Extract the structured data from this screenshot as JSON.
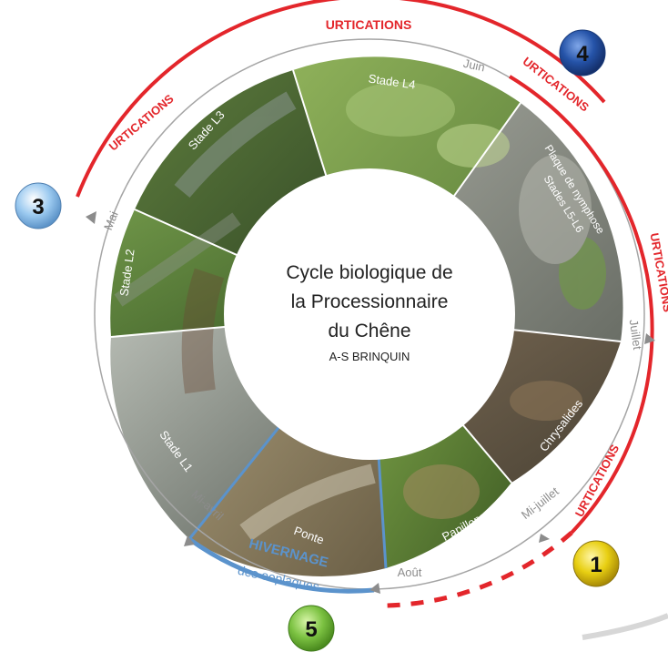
{
  "center": {
    "title_line1": "Cycle biologique de",
    "title_line2": "la Processionnaire",
    "title_line3": "du Chêne",
    "author": "A-S BRINQUIN"
  },
  "badges": {
    "b1": "1",
    "b3": "3",
    "b4": "4",
    "b5": "5"
  },
  "urtications": {
    "top": "URTICATIONS",
    "left": "URTICATIONS",
    "upper_right": "URTICATIONS",
    "right": "URTICATIONS",
    "lower_right": "URTICATIONS"
  },
  "months": {
    "juin": "Juin",
    "mai": "Mai",
    "juillet": "Juillet",
    "mi_juillet": "Mi-juillet",
    "aout": "Août",
    "mi_avril": "Mi-avril"
  },
  "stages": {
    "l4": "Stade L4",
    "l3": "Stade L3",
    "l2": "Stade L2",
    "l1": "Stade L1",
    "nymphose": "Plaque de nymphose",
    "l5l6": "Stades L5-L6",
    "chrysalides": "Chrysalides",
    "papillons": "Papillons",
    "ponte": "Ponte"
  },
  "hivernage": {
    "title": "HIVERNAGE",
    "subtitle": "des ooplaques"
  },
  "colors": {
    "red": "#e3262b",
    "blue": "#5b93cc",
    "gray": "#9a9a9a",
    "badge_yellow": "#e8cf12",
    "badge_blue_dark": "#2553a8",
    "badge_blue_light": "#9ccaf0",
    "badge_green": "#7cc242"
  }
}
